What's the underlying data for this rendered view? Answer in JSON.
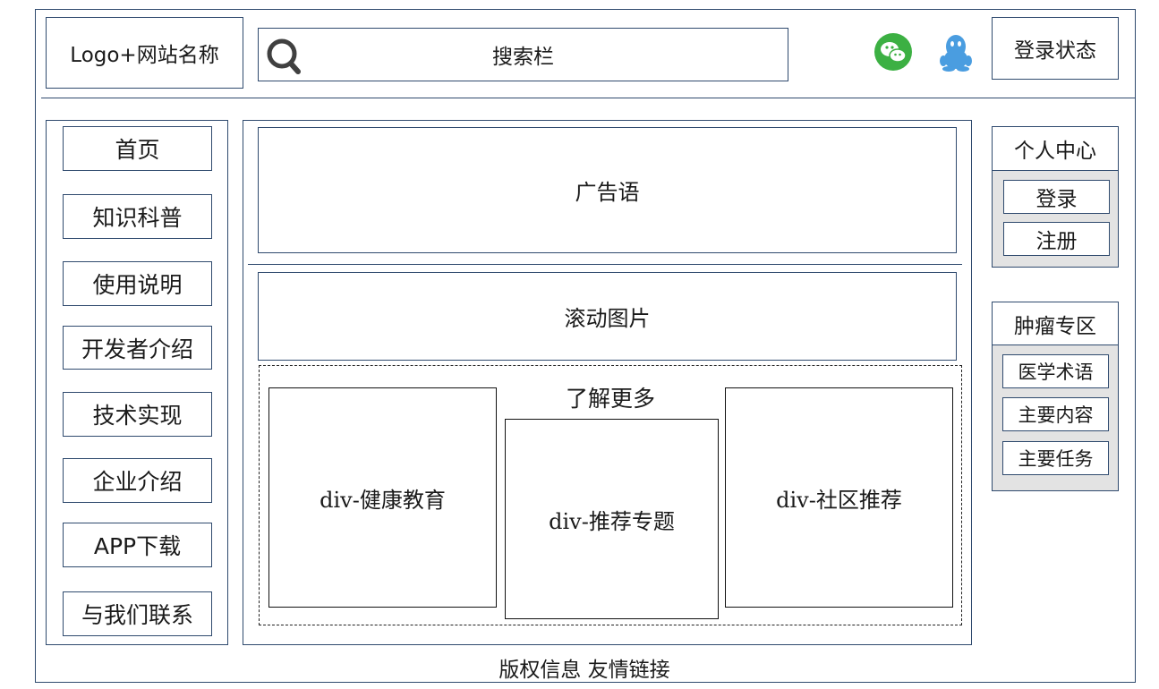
{
  "header": {
    "logo": "Logo+网站名称",
    "search": "搜索栏",
    "login_status": "登录状态"
  },
  "icons": {
    "wechat_color": "#3cb043",
    "qq_color": "#4a9de0",
    "search_color": "#404040"
  },
  "nav": {
    "items": [
      {
        "label": "首页"
      },
      {
        "label": "知识科普"
      },
      {
        "label": "使用说明"
      },
      {
        "label": "开发者介绍"
      },
      {
        "label": "技术实现"
      },
      {
        "label": "企业介绍"
      },
      {
        "label": "APP下载"
      },
      {
        "label": "与我们联系"
      }
    ]
  },
  "main": {
    "slogan": "广告语",
    "carousel": "滚动图片",
    "learn_more": {
      "title": "了解更多",
      "cards": [
        {
          "label": "div-健康教育"
        },
        {
          "label": "div-推荐专题"
        },
        {
          "label": "div-社区推荐"
        }
      ]
    }
  },
  "sidebar": {
    "personal": {
      "title": "个人中心",
      "items": [
        {
          "label": "登录"
        },
        {
          "label": "注册"
        }
      ]
    },
    "tumor": {
      "title": "肿瘤专区",
      "items": [
        {
          "label": "医学术语"
        },
        {
          "label": "主要内容"
        },
        {
          "label": "主要任务"
        }
      ]
    }
  },
  "footer": {
    "text": "版权信息 友情链接"
  }
}
